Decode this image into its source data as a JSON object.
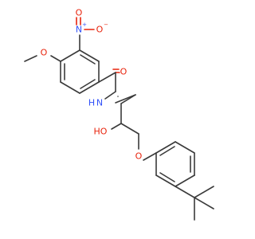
{
  "molecule": {
    "atoms": {
      "nitro_n": {
        "symbol": "N",
        "charge": "+"
      },
      "nitro_o_top": {
        "symbol": "O"
      },
      "nitro_o_right": {
        "symbol": "O",
        "charge": "−"
      },
      "methoxy_o": {
        "symbol": "O"
      },
      "carbonyl_o": {
        "symbol": "O"
      },
      "amide_n": {
        "symbol": "N",
        "hydrogen": "H"
      },
      "hydroxyl": {
        "symbol": "HO"
      },
      "ether_o": {
        "symbol": "O"
      }
    },
    "colors": {
      "carbon_bond": "#3a3a3a",
      "oxygen": "#e8230c",
      "nitrogen": "#3050f8"
    }
  }
}
